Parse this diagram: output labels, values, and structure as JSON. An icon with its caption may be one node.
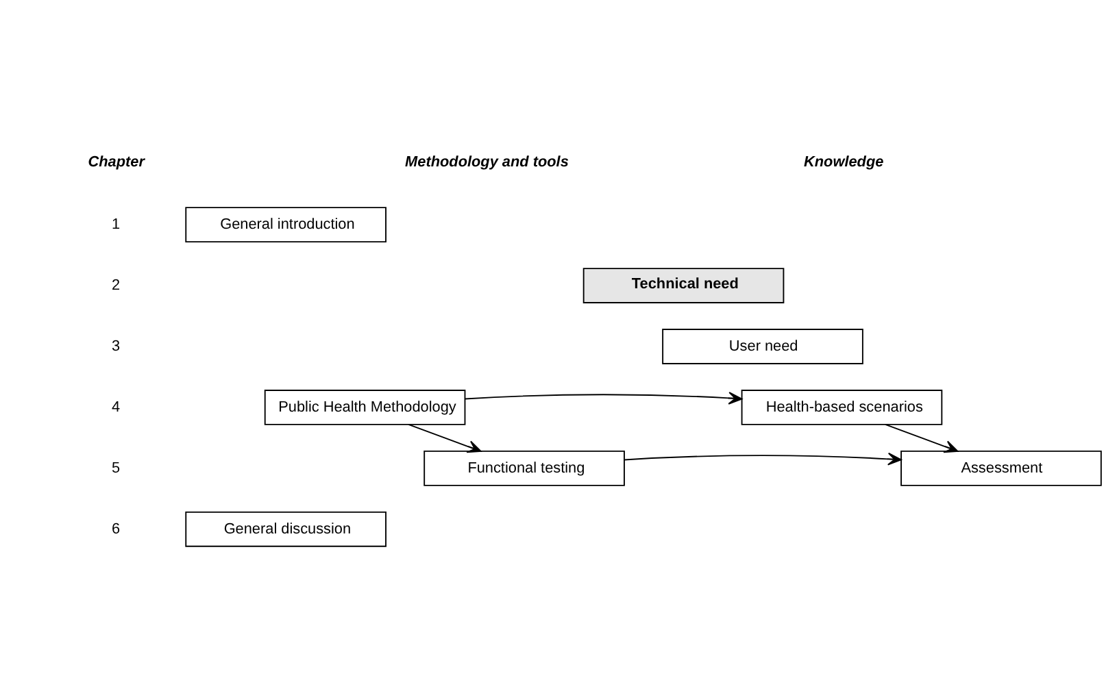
{
  "diagram": {
    "nodes": [
      {
        "text": [
          "General introduction"
        ]
      },
      {
        "text": [
          "Technical need"
        ]
      },
      {
        "text": [
          "User need"
        ]
      },
      {
        "text": [
          "Public Health Methodology"
        ]
      },
      {
        "text": [
          "Health-based scenarios"
        ]
      },
      {
        "text": [
          "Functional testing"
        ]
      },
      {
        "text": [
          "Assessment"
        ]
      },
      {
        "text": [
          "General discussion"
        ]
      }
    ],
    "edges": [
      {
        "from": 3,
        "to": 4,
        "arrow": "to"
      },
      {
        "from": 3,
        "to": 5,
        "arrow": "to"
      },
      {
        "from": 4,
        "to": 6,
        "arrow": "to"
      },
      {
        "from": 5,
        "to": 6,
        "arrow": "to"
      }
    ],
    "labels": [
      "Chapter",
      "Methodology and tools",
      "Knowledge",
      "1",
      "2",
      "3",
      "4",
      "5",
      "6"
    ]
  }
}
